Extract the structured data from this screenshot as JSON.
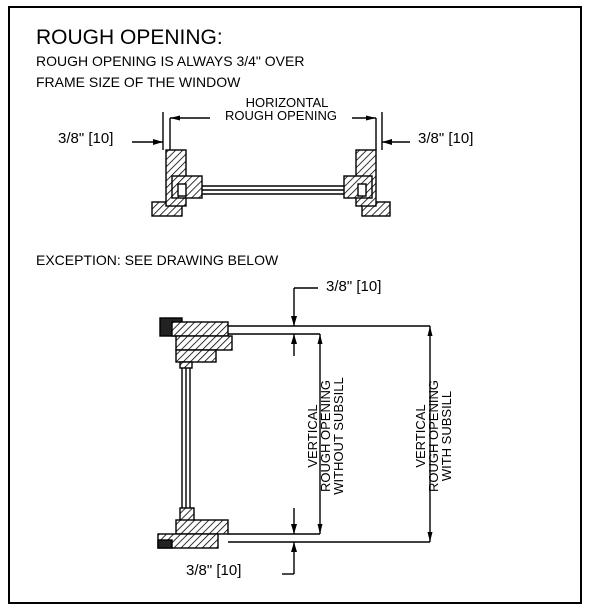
{
  "title": "ROUGH OPENING:",
  "subtitle_line1": "ROUGH OPENING IS ALWAYS 3/4\" OVER",
  "subtitle_line2": "FRAME SIZE OF THE WINDOW",
  "horizontal_label_line1": "HORIZONTAL",
  "horizontal_label_line2": "ROUGH OPENING",
  "gap_left": "3/8\" [10]",
  "gap_right": "3/8\" [10]",
  "exception_note": "EXCEPTION: SEE DRAWING BELOW",
  "gap_top": "3/8\" [10]",
  "gap_bottom": "3/8\" [10]",
  "vertical_without_subsill": [
    "VERTICAL",
    "ROUGH OPENING",
    "WITHOUT SUBSILL"
  ],
  "vertical_with_subsill": [
    "VERTICAL",
    "ROUGH OPENING",
    "WITH SUBSILL"
  ]
}
